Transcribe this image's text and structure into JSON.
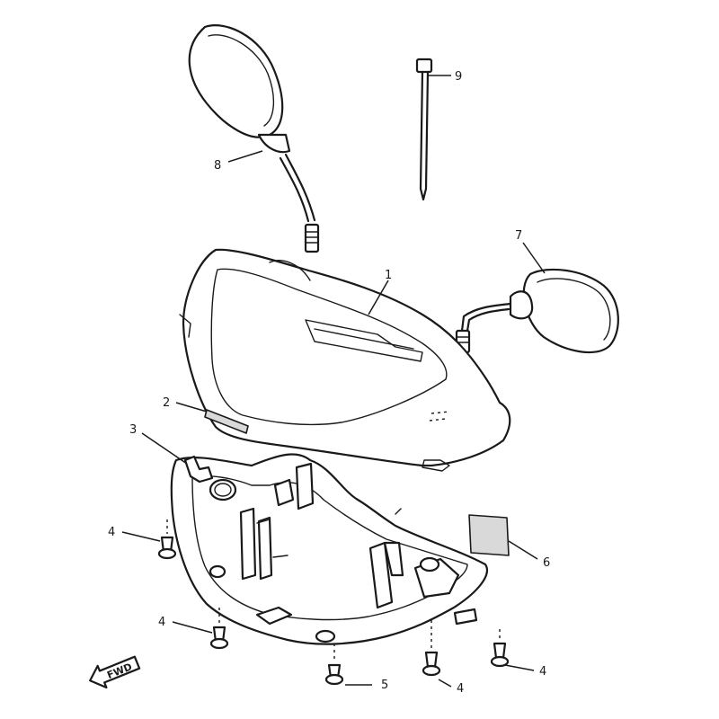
{
  "callouts": {
    "c1": "1",
    "c2": "2",
    "c3": "3",
    "c4a": "4",
    "c4b": "4",
    "c4c": "4",
    "c4d": "4",
    "c5": "5",
    "c6": "6",
    "c7": "7",
    "c8": "8",
    "c9": "9"
  },
  "direction_label": "FWD"
}
